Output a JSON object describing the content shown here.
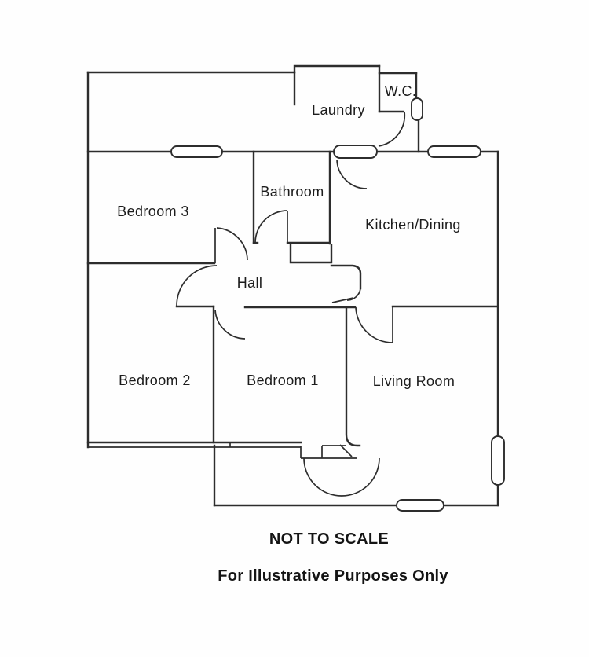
{
  "floor_plan": {
    "rooms": [
      {
        "id": "laundry",
        "label": "Laundry"
      },
      {
        "id": "wc",
        "label": "W.C."
      },
      {
        "id": "bedroom3",
        "label": "Bedroom 3"
      },
      {
        "id": "bathroom",
        "label": "Bathroom"
      },
      {
        "id": "kitchen_dining",
        "label": "Kitchen/Dining"
      },
      {
        "id": "hall",
        "label": "Hall"
      },
      {
        "id": "bedroom2",
        "label": "Bedroom 2"
      },
      {
        "id": "bedroom1",
        "label": "Bedroom 1"
      },
      {
        "id": "living_room",
        "label": "Living Room"
      }
    ],
    "captions": {
      "scale_note": "NOT TO SCALE",
      "disclaimer": "For Illustrative Purposes Only"
    },
    "windows": [
      "bedroom3-top-window",
      "kitchen-doorway-window",
      "kitchen-top-window",
      "wc-side-window",
      "living-room-side-window",
      "bottom-wall-window"
    ],
    "doors": [
      "wc-door",
      "laundry-kitchen-door",
      "bathroom-door",
      "bedroom3-door",
      "bedroom2-door",
      "bedroom1-door",
      "kitchen-hall-door",
      "living-room-door",
      "front-door"
    ],
    "colors": {
      "line": "#2d2d2d",
      "background": "#ffffff",
      "text": "#1c1c1c"
    }
  }
}
